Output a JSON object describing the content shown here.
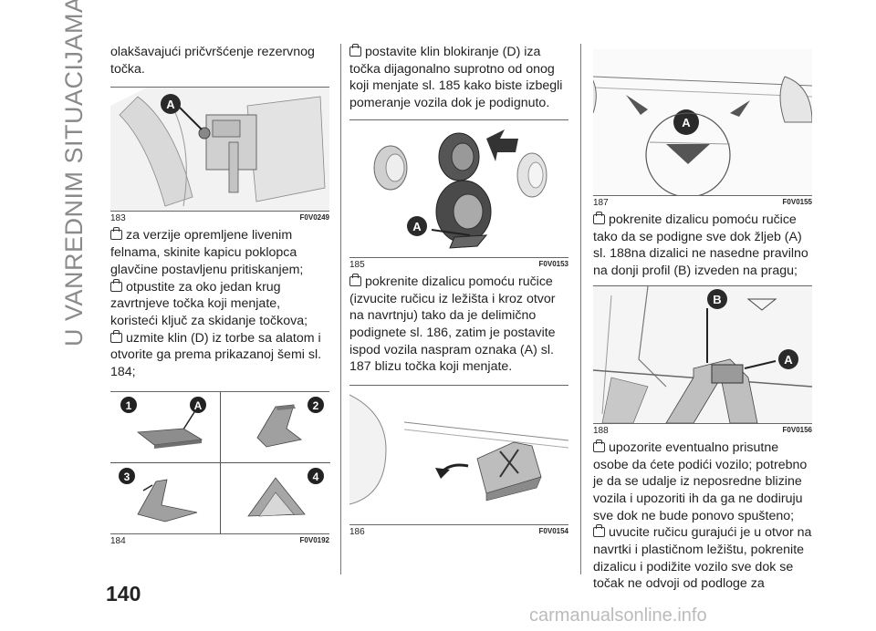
{
  "section_title": "U VANREDNIM SITUACIJAMA",
  "page_number": "140",
  "watermark": "carmanualsonline.info",
  "col1": {
    "intro": "olakšavajući pričvršćenje rezervnog točka.",
    "fig183": {
      "num": "183",
      "code": "F0V0249",
      "label_a": "A"
    },
    "bullets": [
      "za verzije opremljene livenim felnama, skinite kapicu poklopca glavčine postavljenu pritiskanjem;",
      "otpustite za oko jedan krug zavrtnjeve točka koji menjate, koristeći ključ za skidanje točkova;",
      "uzmite klin (D) iz torbe sa alatom i otvorite ga prema prikazanoj šemi sl. 184;"
    ],
    "fig184": {
      "num": "184",
      "code": "F0V0192",
      "steps": [
        "1",
        "2",
        "3",
        "4"
      ],
      "label_a": "A"
    }
  },
  "col2": {
    "bullet1": "postavite klin blokiranje (D) iza točka dijagonalno suprotno od onog koji menjate sl. 185 kako biste izbegli pomeranje vozila dok je podignuto.",
    "fig185": {
      "num": "185",
      "code": "F0V0153",
      "label_a": "A"
    },
    "bullet2": "pokrenite dizalicu pomoću ručice (izvucite ručicu iz ležišta i kroz otvor na navrtnju) tako da je delimično podignete sl. 186, zatim je postavite ispod vozila naspram oznaka (A) sl. 187 blizu točka koji menjate.",
    "fig186": {
      "num": "186",
      "code": "F0V0154"
    }
  },
  "col3": {
    "fig187": {
      "num": "187",
      "code": "F0V0155",
      "label_a": "A"
    },
    "bullet1": "pokrenite dizalicu pomoću ručice tako da se podigne sve dok žljeb (A) sl. 188na dizalici ne nasedne pravilno na donji profil (B) izveden na pragu;",
    "fig188": {
      "num": "188",
      "code": "F0V0156",
      "label_a": "A",
      "label_b": "B"
    },
    "bullets": [
      "upozorite eventualno prisutne osobe da ćete podići vozilo; potrebno je da se udalje iz neposredne blizine vozila i upozoriti ih da ga ne dodiruju sve dok ne bude ponovo spušteno;",
      "uvucite ručicu gurajući je u otvor na navrtki i plastičnom ležištu, pokrenite dizalicu i podižite vozilo sve dok se točak ne odvoji od podloge za"
    ]
  }
}
